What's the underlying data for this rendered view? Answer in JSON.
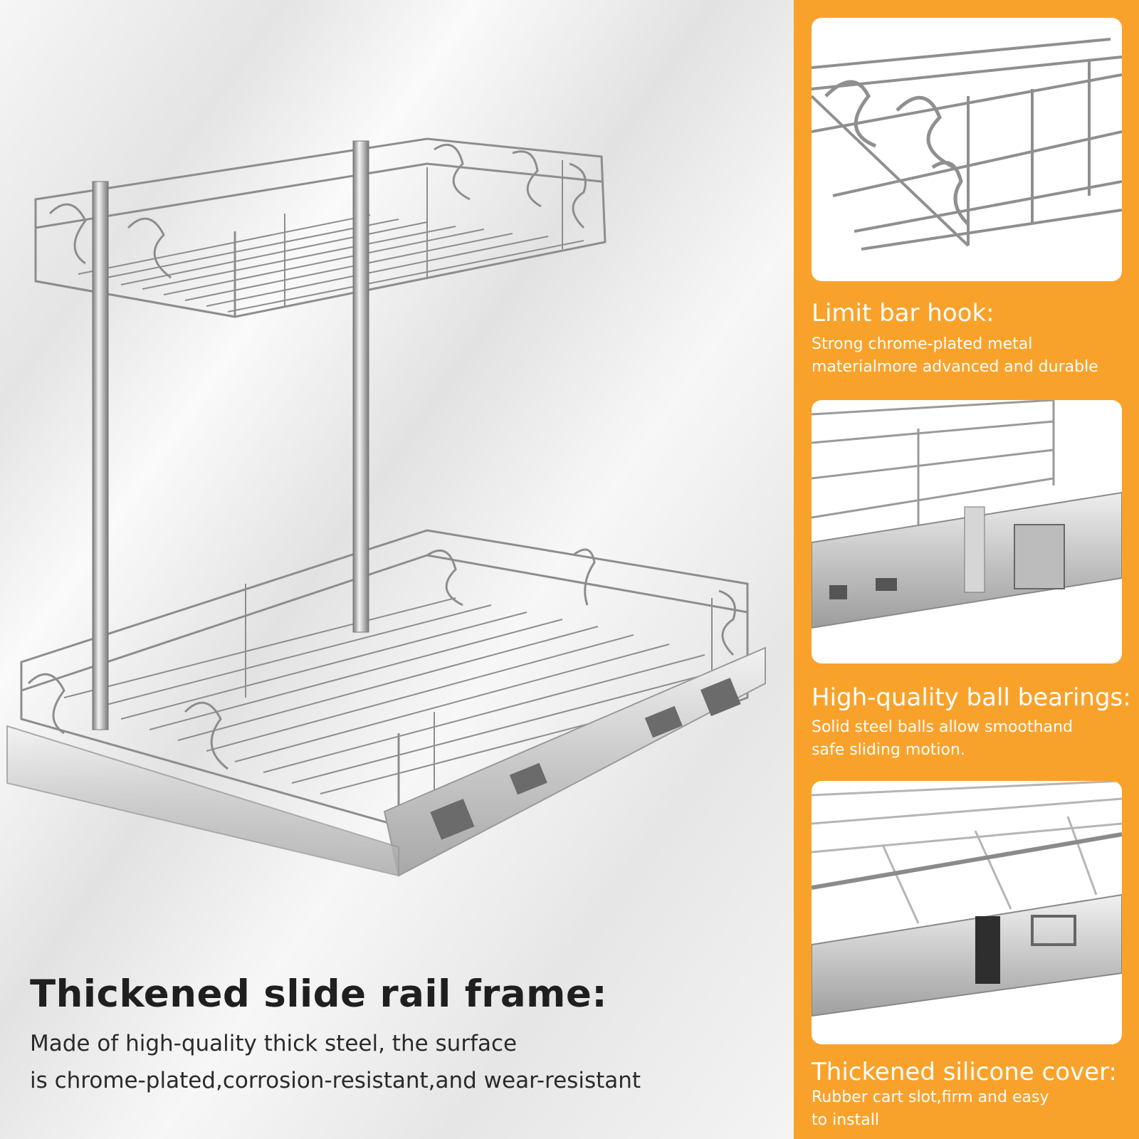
{
  "colors": {
    "accent": "#f9a22b",
    "chrome": "#9a9a9a",
    "chrome_dark": "#6a6a6a"
  },
  "main": {
    "title": "Thickened slide rail frame:",
    "description_lines": [
      "Made of high-quality thick steel, the surface",
      "is chrome-plated,corrosion-resistant,and wear-resistant"
    ]
  },
  "features": [
    {
      "title": "Limit bar hook:",
      "description_lines": [
        "Strong chrome-plated metal",
        "materialmore advanced and durable"
      ],
      "image": "limit-bar-hook-closeup"
    },
    {
      "title": "High-quality ball bearings:",
      "description_lines": [
        "Solid steel balls allow smoothand",
        "safe sliding motion."
      ],
      "image": "ball-bearing-rail-closeup"
    },
    {
      "title": "Thickened silicone cover:",
      "description_lines": [
        "Rubber cart slot,firm and easy",
        "to install"
      ],
      "image": "silicone-cover-rail-closeup"
    }
  ]
}
